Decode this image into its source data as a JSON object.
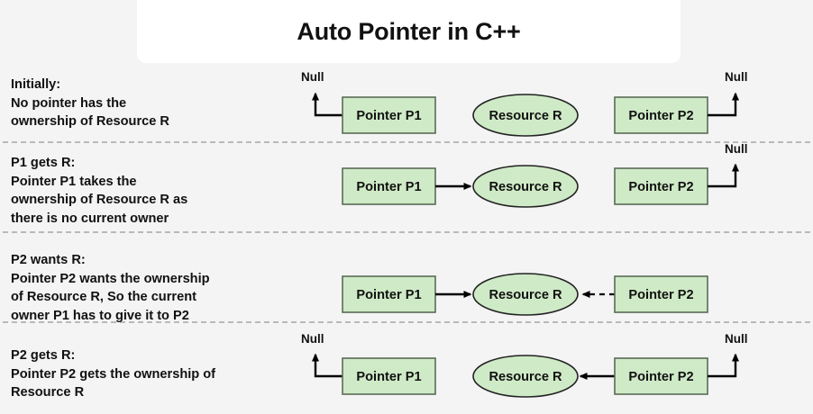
{
  "header": {
    "title": "Auto Pointer in C++"
  },
  "colors": {
    "background": "#f4f4f4",
    "header_panel": "#ffffff",
    "node_fill": "#cfeac6",
    "node_stroke": "#5a6b57",
    "text": "#111111",
    "arrow": "#000000",
    "divider": "#b9b9b9"
  },
  "labels": {
    "pointer_p1": "Pointer P1",
    "pointer_p2": "Pointer P2",
    "resource_r": "Resource R",
    "null": "Null"
  },
  "rows": [
    {
      "id": "initially",
      "caption": [
        "Initially:",
        "No pointer has the",
        "ownership of Resource R"
      ],
      "p1_null": true,
      "p2_null": true,
      "p1_to_r": "none",
      "p2_to_r": "none"
    },
    {
      "id": "p1-gets-r",
      "caption": [
        "P1 gets R:",
        "Pointer P1 takes the",
        "ownership of Resource R as",
        "there is no current owner"
      ],
      "p1_null": false,
      "p2_null": true,
      "p1_to_r": "solid",
      "p2_to_r": "none"
    },
    {
      "id": "p2-wants-r",
      "caption": [
        "P2 wants R:",
        "Pointer P2 wants the ownership",
        "of Resource R, So the current",
        "owner P1 has to give it to P2"
      ],
      "p1_null": false,
      "p2_null": false,
      "p1_to_r": "solid",
      "p2_to_r": "dashed"
    },
    {
      "id": "p2-gets-r",
      "caption": [
        "P2 gets R:",
        "Pointer P2 gets the ownership of",
        "Resource R"
      ],
      "p1_null": true,
      "p2_null": true,
      "p1_to_r": "none",
      "p2_to_r": "solid"
    }
  ]
}
